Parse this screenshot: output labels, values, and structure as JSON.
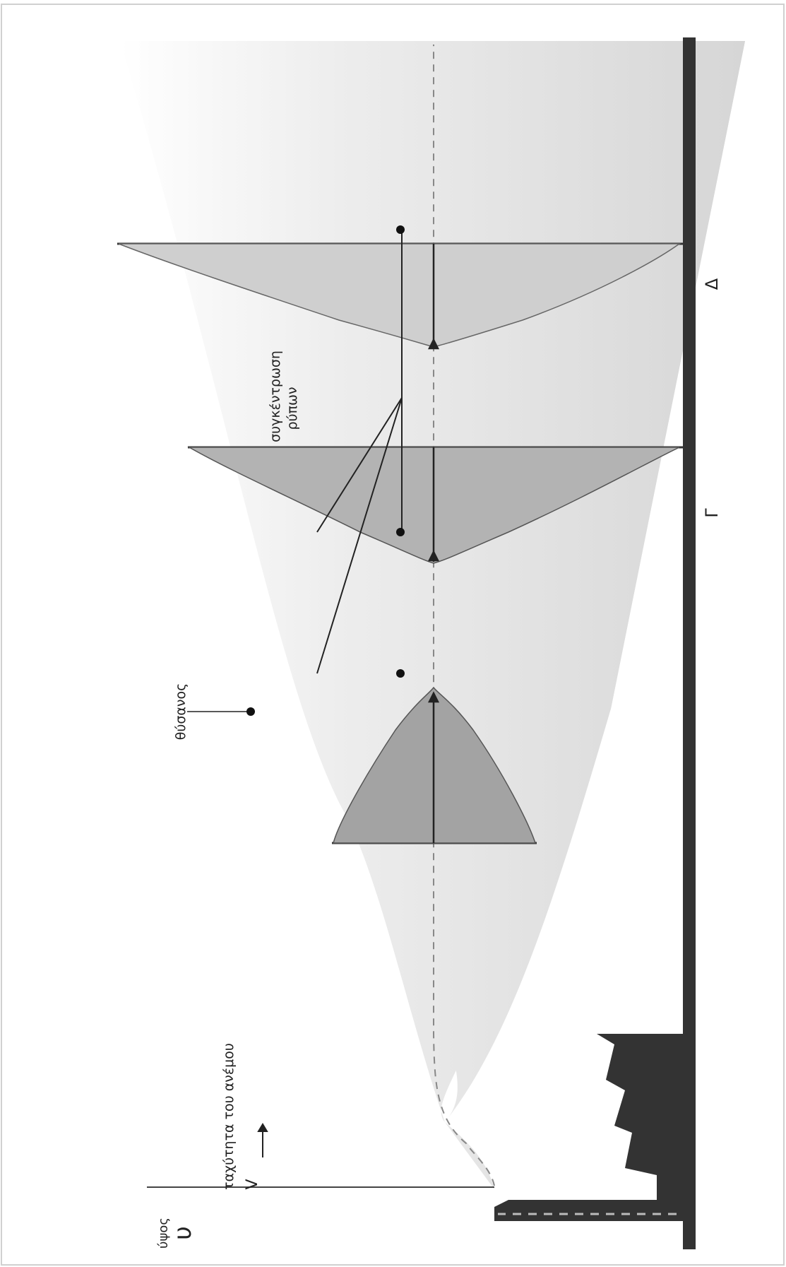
{
  "labels": {
    "height_symbol": "υ",
    "height_word": "ύψος",
    "wind_symbol": "V",
    "wind_speed": "ταχύτητα του ανέμου",
    "plume": "θύσανος",
    "pollutant_line1": "συγκέντρωση",
    "pollutant_line2": "ρύπων",
    "point_g": "Γ",
    "point_d": "Δ"
  },
  "colors": {
    "ground": "#333333",
    "plume_light": "#f2f2f2",
    "plume_dark": "#d4d4d4",
    "profile_fill": "#a6a6a6",
    "profile_fill_light": "#c9c9c9",
    "line": "#333333"
  }
}
